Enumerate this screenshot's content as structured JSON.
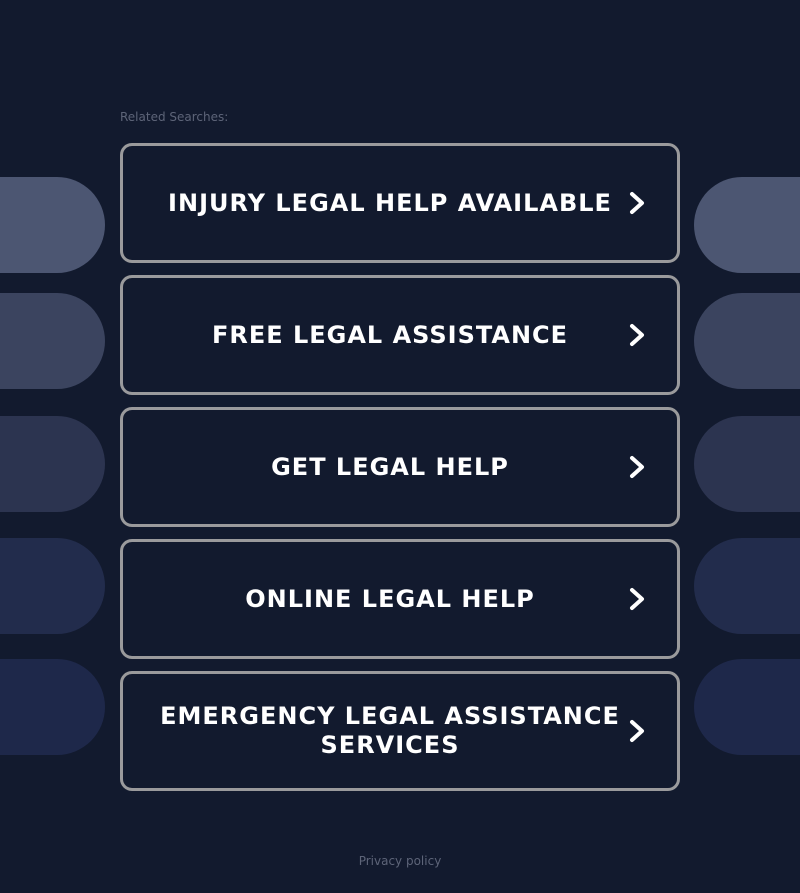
{
  "header": {
    "related_label": "Related Searches:"
  },
  "searches": [
    {
      "label": "INJURY LEGAL HELP AVAILABLE"
    },
    {
      "label": "FREE LEGAL ASSISTANCE"
    },
    {
      "label": "GET LEGAL HELP"
    },
    {
      "label": "ONLINE LEGAL HELP"
    },
    {
      "label": "EMERGENCY LEGAL ASSISTANCE SERVICES"
    }
  ],
  "decor": {
    "pill_colors": [
      "#4c5672",
      "#3b445f",
      "#2c3450",
      "#222c4c",
      "#1e284a"
    ]
  },
  "footer": {
    "privacy": "Privacy policy"
  },
  "icons": {
    "chevron": "chevron-right-icon"
  }
}
